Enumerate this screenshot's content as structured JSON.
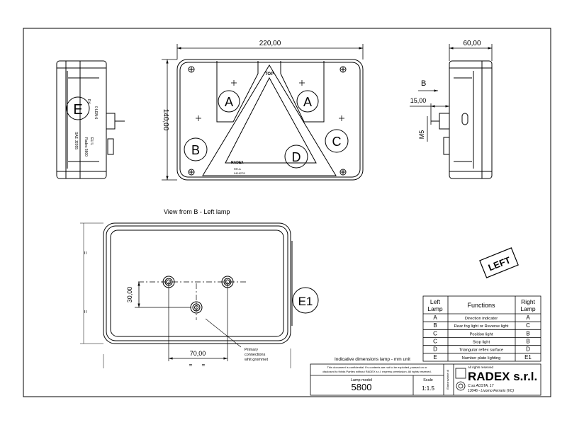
{
  "front_view": {
    "width_dim": "220,00",
    "height_dim": "140,00",
    "top_mark": "TOP",
    "brand": "RADEX",
    "labels": {
      "a_left": "A",
      "a_right": "A",
      "b": "B",
      "c": "C",
      "d": "D"
    }
  },
  "side_left_view": {
    "label_e": "E"
  },
  "side_right_view": {
    "width_dim": "60,00",
    "view_arrow_label": "B",
    "offset_dim": "15,00",
    "thread_dim": "M5"
  },
  "rear_view": {
    "title": "View from B  - Left lamp",
    "vertical_dim": "30,00",
    "horizontal_dim": "70,00",
    "equal_mark": "=",
    "connection_note": [
      "Primary",
      "connections",
      "whit grommet"
    ],
    "label_e1": "E1"
  },
  "left_stamp": "LEFT",
  "functions_table": {
    "headers": [
      "Left\nLamp",
      "Functions",
      "Right\nLamp"
    ],
    "rows": [
      [
        "A",
        "Direction  indicator",
        "A"
      ],
      [
        "B",
        "Rear fog light or Reverse light",
        "C"
      ],
      [
        "C",
        "Position light",
        "B"
      ],
      [
        "C",
        "Stop light",
        "B"
      ],
      [
        "D",
        "Triangular reflex surface",
        "D"
      ],
      [
        "E",
        "Number plate lighting",
        "E1"
      ]
    ]
  },
  "dimensions_note": "Indicative dimensions lamp    -    mm unit",
  "title_block": {
    "confidential": "This document is confidential.  It's contents are not to be exploited, passed on or disclosed to thirds Parties without RADEX s.r.l. express permission.  All rights reserved.",
    "confidential_line1": "This document is confidential.  It's contents are not to be exploited, passed on or",
    "confidential_line2": "disclosed to thirds Parties without RADEX s.r.l. express permission.  All rights reserved.",
    "model_label": "Lamp model",
    "model_value": "5800",
    "scale_label": "Scale",
    "scale_value": "1:1.5",
    "rights": "All rights reserved",
    "company": "RADEX s.r.l.",
    "address_line1": "C.so AOSTA, 17",
    "address_line2": "13046  -  Livorno Ferraris  (VC)",
    "side_label": "Elaborazione di"
  }
}
